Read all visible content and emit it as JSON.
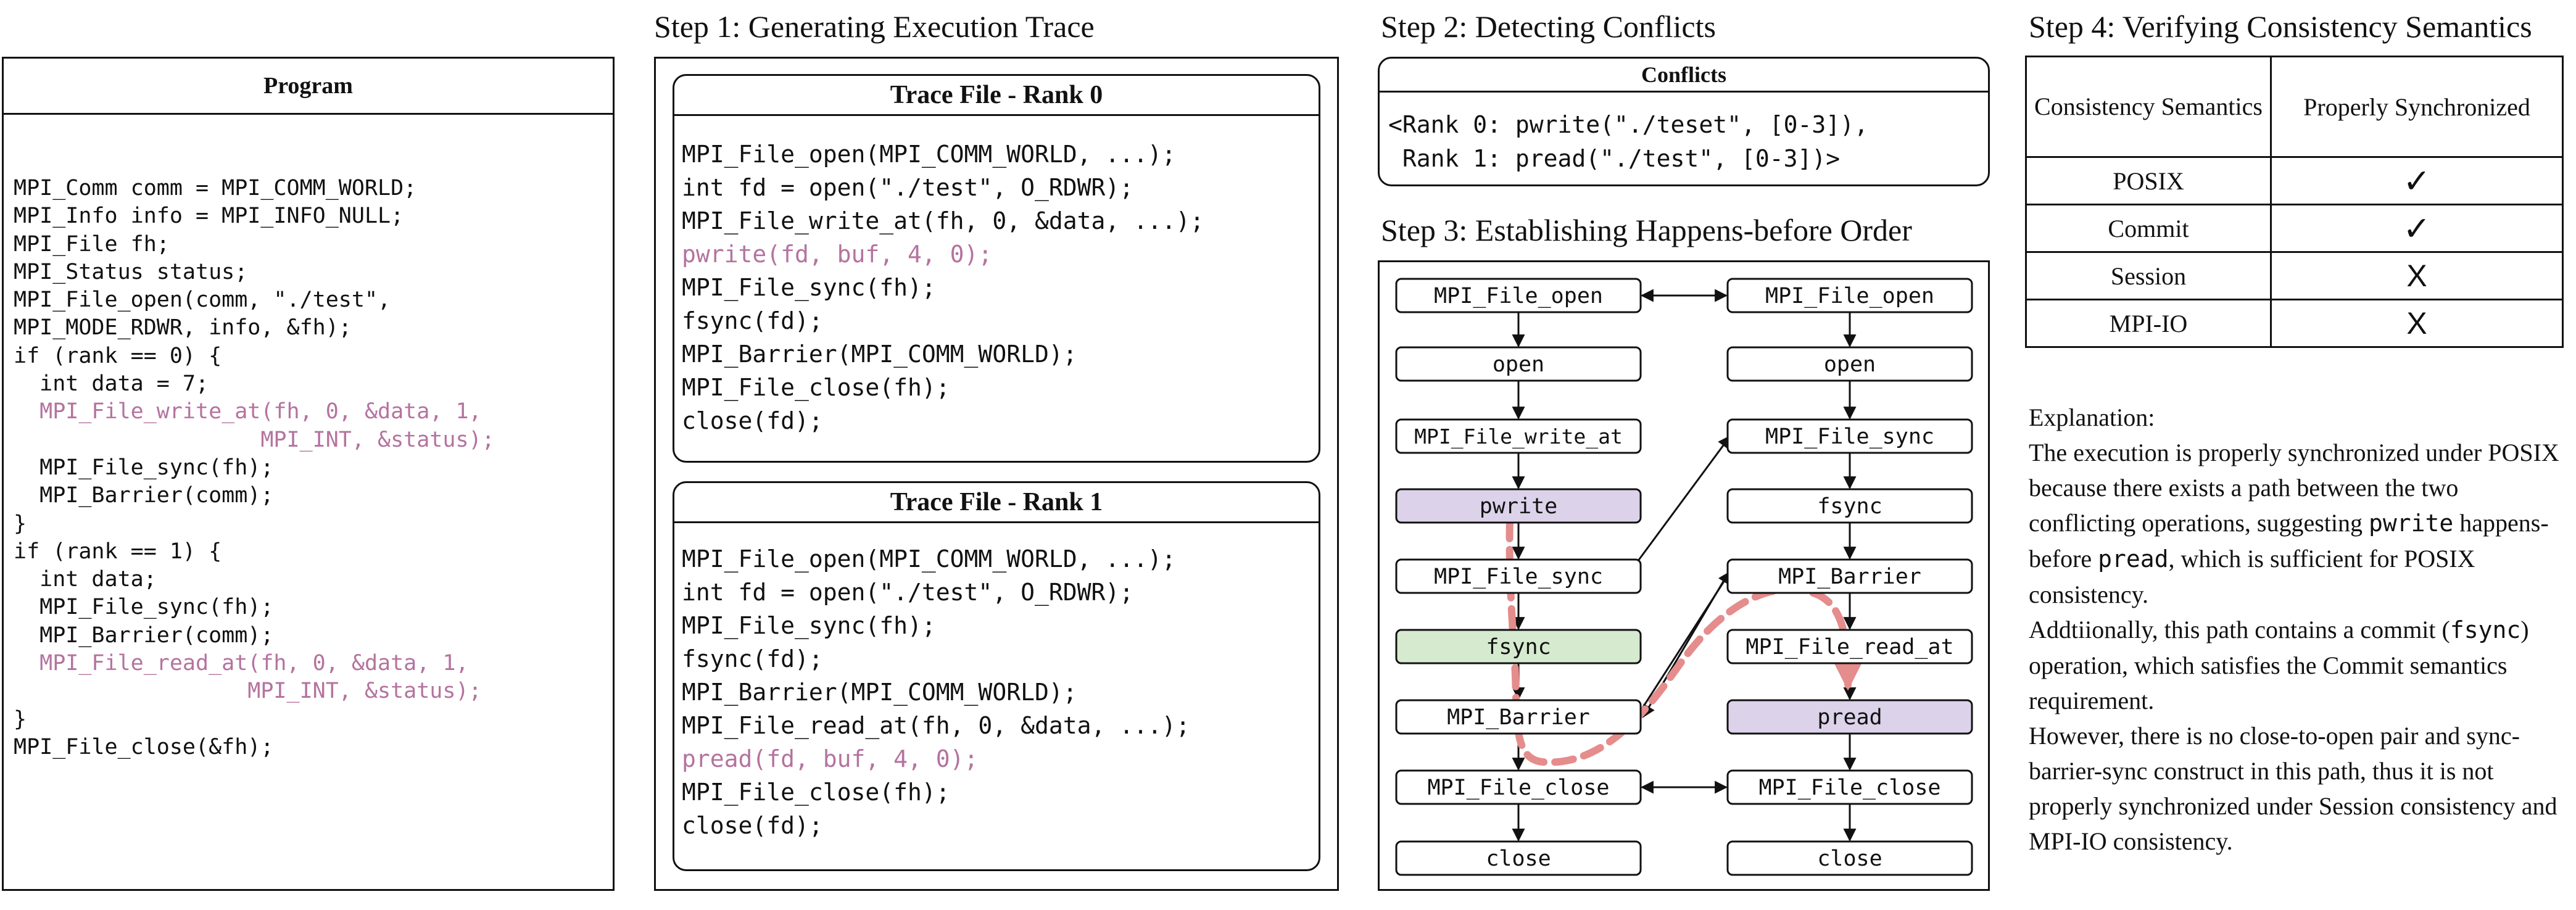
{
  "step_titles": {
    "step1": "Step 1: Generating Execution Trace",
    "step2": "Step 2: Detecting Conflicts",
    "step3": "Step 3: Establishing Happens-before Order",
    "step4": "Step 4: Verifying Consistency Semantics"
  },
  "program": {
    "title": "Program",
    "lines": [
      {
        "text": "MPI_Comm comm = MPI_COMM_WORLD;",
        "highlight": false
      },
      {
        "text": "MPI_Info info = MPI_INFO_NULL;",
        "highlight": false
      },
      {
        "text": "MPI_File fh;",
        "highlight": false
      },
      {
        "text": "MPI_Status status;",
        "highlight": false
      },
      {
        "text": "MPI_File_open(comm, \"./test\",",
        "highlight": false
      },
      {
        "text": "MPI_MODE_RDWR, info, &fh);",
        "highlight": false
      },
      {
        "text": "if (rank == 0) {",
        "highlight": false
      },
      {
        "text": "  int data = 7;",
        "highlight": false
      },
      {
        "text": "  MPI_File_write_at(fh, 0, &data, 1,",
        "highlight": true
      },
      {
        "text": "                   MPI_INT, &status);",
        "highlight": true
      },
      {
        "text": "  MPI_File_sync(fh);",
        "highlight": false
      },
      {
        "text": "  MPI_Barrier(comm);",
        "highlight": false
      },
      {
        "text": "}",
        "highlight": false
      },
      {
        "text": "if (rank == 1) {",
        "highlight": false
      },
      {
        "text": "  int data;",
        "highlight": false
      },
      {
        "text": "  MPI_File_sync(fh);",
        "highlight": false
      },
      {
        "text": "  MPI_Barrier(comm);",
        "highlight": false
      },
      {
        "text": "  MPI_File_read_at(fh, 0, &data, 1,",
        "highlight": true
      },
      {
        "text": "                  MPI_INT, &status);",
        "highlight": true
      },
      {
        "text": "}",
        "highlight": false
      },
      {
        "text": "MPI_File_close(&fh);",
        "highlight": false
      }
    ]
  },
  "trace_rank0": {
    "title": "Trace File - Rank 0",
    "lines": [
      {
        "text": "MPI_File_open(MPI_COMM_WORLD, ...);",
        "highlight": false
      },
      {
        "text": "int fd = open(\"./test\", O_RDWR);",
        "highlight": false
      },
      {
        "text": "MPI_File_write_at(fh, 0, &data, ...);",
        "highlight": false
      },
      {
        "text": "pwrite(fd, buf, 4, 0);",
        "highlight": true
      },
      {
        "text": "MPI_File_sync(fh);",
        "highlight": false
      },
      {
        "text": "fsync(fd);",
        "highlight": false
      },
      {
        "text": "MPI_Barrier(MPI_COMM_WORLD);",
        "highlight": false
      },
      {
        "text": "MPI_File_close(fh);",
        "highlight": false
      },
      {
        "text": "close(fd);",
        "highlight": false
      }
    ]
  },
  "trace_rank1": {
    "title": "Trace File - Rank 1",
    "lines": [
      {
        "text": "MPI_File_open(MPI_COMM_WORLD, ...);",
        "highlight": false
      },
      {
        "text": "int fd = open(\"./test\", O_RDWR);",
        "highlight": false
      },
      {
        "text": "MPI_File_sync(fh);",
        "highlight": false
      },
      {
        "text": "fsync(fd);",
        "highlight": false
      },
      {
        "text": "MPI_Barrier(MPI_COMM_WORLD);",
        "highlight": false
      },
      {
        "text": "MPI_File_read_at(fh, 0, &data, ...);",
        "highlight": false
      },
      {
        "text": "pread(fd, buf, 4, 0);",
        "highlight": true
      },
      {
        "text": "MPI_File_close(fh);",
        "highlight": false
      },
      {
        "text": "close(fd);",
        "highlight": false
      }
    ]
  },
  "conflicts": {
    "title": "Conflicts",
    "lines": [
      "<Rank 0: pwrite(\"./teset\", [0-3]),",
      " Rank 1: pread(\"./test\", [0-3])>"
    ]
  },
  "graph": {
    "rank0_nodes": [
      "MPI_File_open",
      "open",
      "MPI_File_write_at",
      "pwrite",
      "MPI_File_sync",
      "fsync",
      "MPI_Barrier",
      "MPI_File_close",
      "close"
    ],
    "rank1_nodes": [
      "MPI_File_open",
      "open",
      "MPI_File_sync",
      "fsync",
      "MPI_Barrier",
      "MPI_File_read_at",
      "pread",
      "MPI_File_close",
      "close"
    ],
    "colors": {
      "purple_fill": "#dcd3ea",
      "green_fill": "#d6ead0",
      "path_color": "#e58c8c"
    }
  },
  "consistency_table": {
    "headers": [
      "Consistency Semantics",
      "Properly Synchronized"
    ],
    "rows": [
      {
        "name": "POSIX",
        "mark": "✓"
      },
      {
        "name": "Commit",
        "mark": "✓"
      },
      {
        "name": "Session",
        "mark": "X"
      },
      {
        "name": "MPI-IO",
        "mark": "X"
      }
    ]
  },
  "explanation": {
    "heading": "Explanation:",
    "p1a": "The execution is properly synchronized under POSIX because there exists a path between the two conflicting operations, suggesting ",
    "p1_code1": "pwrite",
    "p1b": " happens-before ",
    "p1_code2": "pread",
    "p1c": ", which is sufficient for POSIX consistency.",
    "p2a": "Addtiionally, this path contains a commit (",
    "p2_code": "fsync",
    "p2b": ") operation, which satisfies the Commit semantics requirement.",
    "p3": "However, there is no close-to-open pair and sync-barrier-sync construct in this path, thus it is not properly synchronized under Session consistency and MPI-IO consistency."
  }
}
